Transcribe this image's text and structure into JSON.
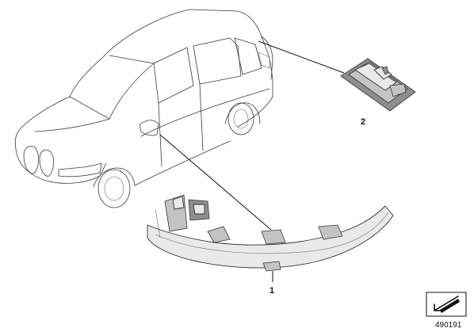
{
  "parts": [
    {
      "number": "1",
      "name": "mirror-turn-signal-light"
    },
    {
      "number": "2",
      "name": "license-plate-light"
    }
  ],
  "diagram_number": "490191",
  "icons": {
    "corner_badge": "pointer-arrow-icon"
  }
}
